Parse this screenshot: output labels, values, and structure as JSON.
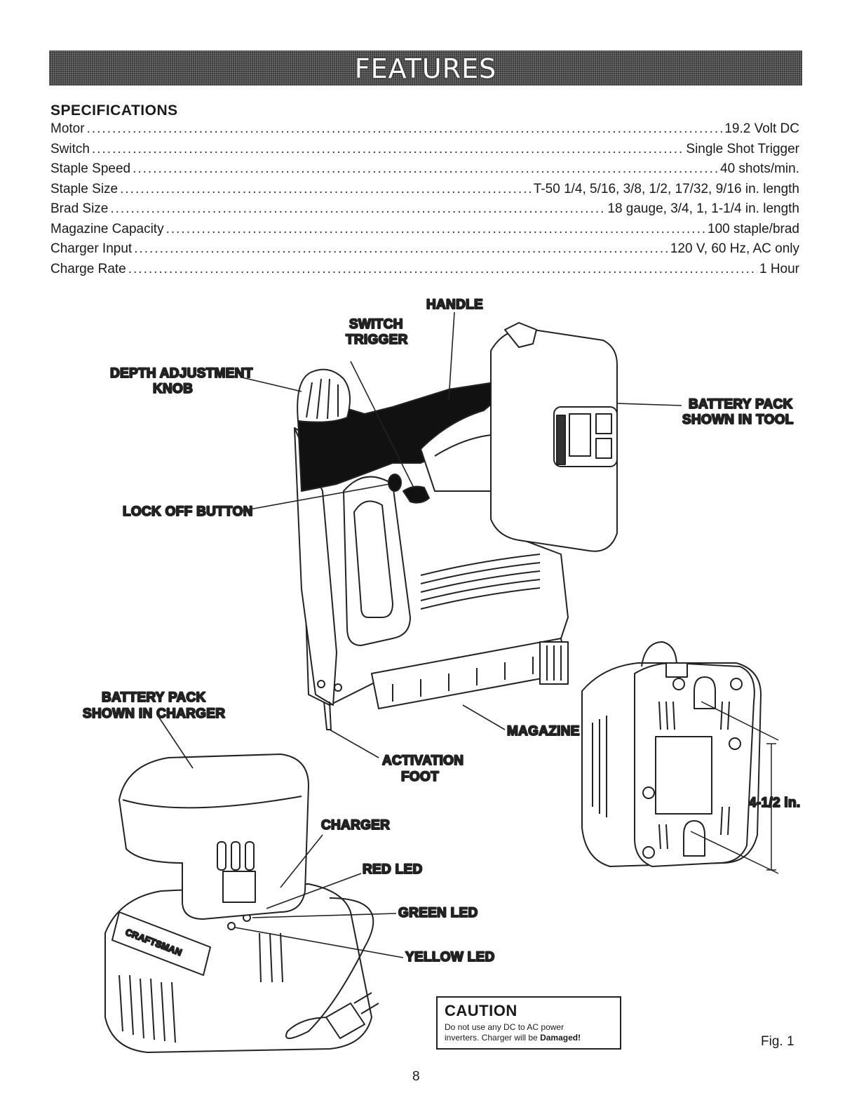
{
  "banner": {
    "title": "FEATURES"
  },
  "specifications": {
    "heading": "SPECIFICATIONS",
    "rows": [
      {
        "label": "Motor",
        "value": "19.2 Volt DC"
      },
      {
        "label": "Switch",
        "value": "Single Shot Trigger"
      },
      {
        "label": "Staple Speed",
        "value": "40 shots/min."
      },
      {
        "label": "Staple Size",
        "value": "T-50 1/4, 5/16, 3/8, 1/2, 17/32, 9/16 in. length"
      },
      {
        "label": "Brad Size",
        "value": "18 gauge, 3/4, 1, 1-1/4 in. length"
      },
      {
        "label": "Magazine Capacity",
        "value": "100 staple/brad"
      },
      {
        "label": "Charger Input",
        "value": "120 V, 60 Hz, AC only"
      },
      {
        "label": "Charge Rate",
        "value": "1 Hour"
      }
    ]
  },
  "callouts": {
    "handle": "HANDLE",
    "switch_trigger_1": "SWITCH",
    "switch_trigger_2": "TRIGGER",
    "depth_knob_1": "DEPTH ADJUSTMENT",
    "depth_knob_2": "KNOB",
    "battery_tool_1": "BATTERY PACK",
    "battery_tool_2": "SHOWN IN TOOL",
    "lock_off": "LOCK OFF BUTTON",
    "battery_charger_1": "BATTERY PACK",
    "battery_charger_2": "SHOWN IN CHARGER",
    "magazine": "MAGAZINE",
    "activation_1": "ACTIVATION",
    "activation_2": "FOOT",
    "charger": "CHARGER",
    "red_led": "RED LED",
    "green_led": "GREEN LED",
    "yellow_led": "YELLOW LED",
    "dimension": "4-1/2 in.",
    "brand": "CRAFTSMAN"
  },
  "caution": {
    "title": "CAUTION",
    "line1": "Do not use any DC to AC power",
    "line2_prefix": "inverters. Charger will be ",
    "line2_emph": "Damaged!"
  },
  "figure_label": "Fig. 1",
  "page_number": "8"
}
